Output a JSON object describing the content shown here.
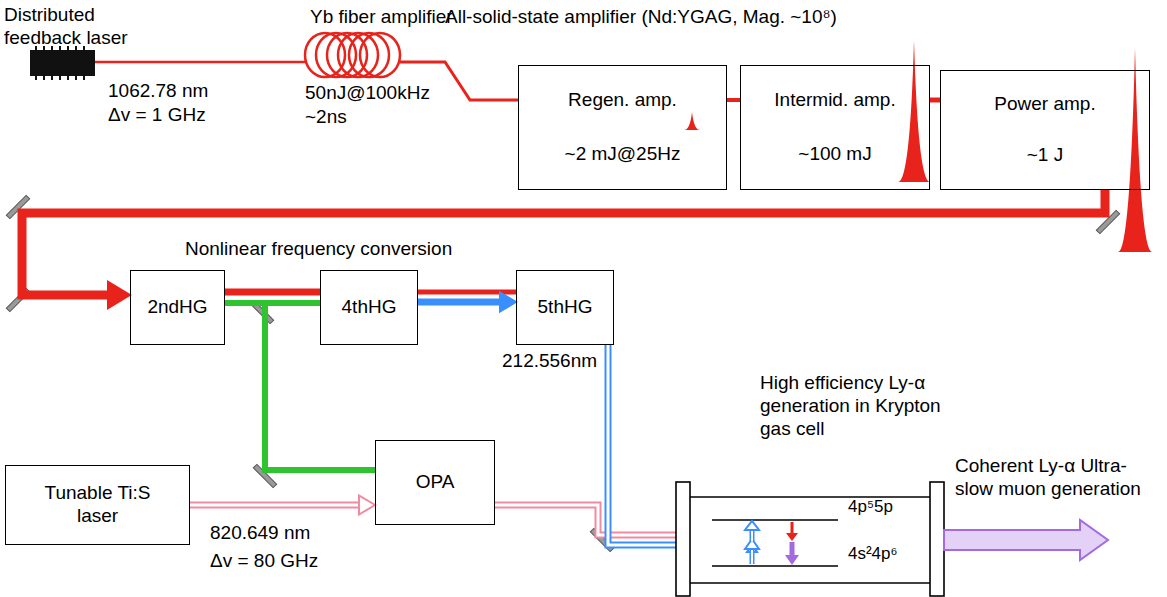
{
  "diagram": {
    "nodes": [
      {
        "text": [
          "Regen. amp.",
          "~2 mJ@25Hz"
        ]
      },
      {
        "text": [
          "Intermid. amp.",
          "~100 mJ"
        ]
      },
      {
        "text": [
          "Power amp.",
          "~1 J"
        ]
      },
      {
        "text": [
          "2ndHG"
        ]
      },
      {
        "text": [
          "4thHG"
        ]
      },
      {
        "text": [
          "5thHG"
        ]
      },
      {
        "text": [
          "Tunable Ti:S laser"
        ]
      },
      {
        "text": [
          "OPA"
        ]
      }
    ],
    "edges": [
      {
        "from": 0,
        "to": 1,
        "arrow": "none"
      },
      {
        "from": 1,
        "to": 2,
        "arrow": "none"
      },
      {
        "from": 2,
        "to": 3,
        "arrow": "to"
      },
      {
        "from": 3,
        "to": 4,
        "arrow": "none"
      },
      {
        "from": 4,
        "to": 5,
        "arrow": "to"
      },
      {
        "from": 3,
        "to": 7,
        "arrow": "none"
      },
      {
        "from": 6,
        "to": 7,
        "arrow": "to"
      }
    ],
    "labels": [
      "Distributed feedback laser",
      "Yb fiber amplifier",
      "All-solid-state amplifier (Nd:YGAG, Mag. ~10⁸)",
      "1062.78 nm",
      "Δv = 1 GHz",
      "50nJ@100kHz",
      "~2ns",
      "Nonlinear frequency conversion",
      "212.556nm",
      "High efficiency Ly-α generation in Krypton gas cell",
      "4p⁵5p",
      "4s²4p⁶",
      "Coherent Ly-α Ultra-slow muon generation",
      "820.649 nm",
      "Δv = 80 GHz"
    ]
  }
}
